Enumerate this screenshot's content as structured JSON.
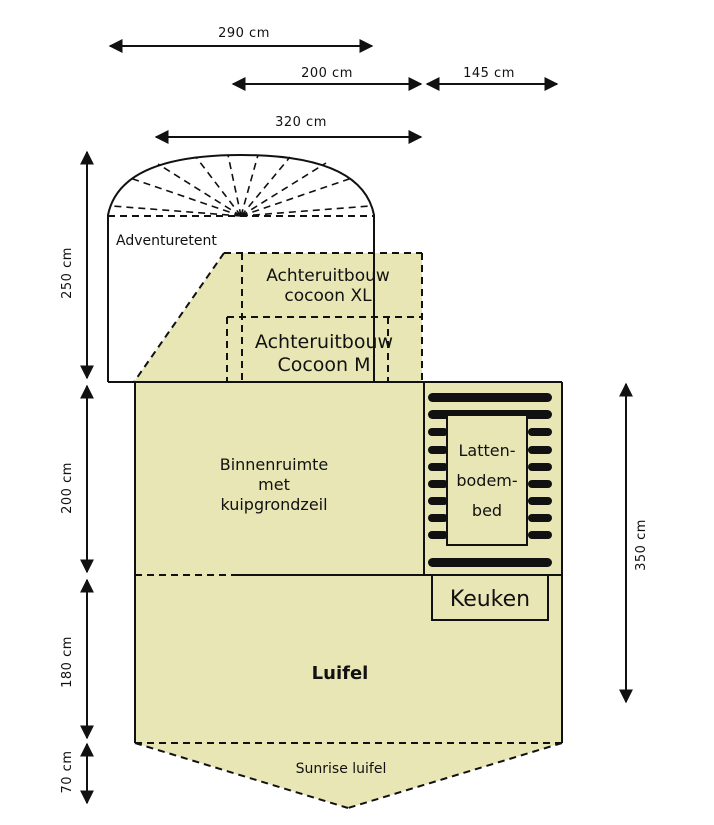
{
  "colors": {
    "fill": "#e8e6b4",
    "line": "#111111",
    "background": "#ffffff"
  },
  "dimensions": {
    "top_width_1": "290 cm",
    "top_width_2": "200 cm",
    "top_width_3": "145 cm",
    "top_width_4": "320 cm",
    "left_height_1": "250 cm",
    "left_height_2": "200 cm",
    "left_height_3": "180 cm",
    "left_height_4": "70 cm",
    "right_height": "350 cm"
  },
  "areas": {
    "adventuretent": "Adventuretent",
    "achteruitbouw_xl_line1": "Achteruitbouw",
    "achteruitbouw_xl_line2": "cocoon XL",
    "achteruitbouw_m_line1": "Achteruitbouw",
    "achteruitbouw_m_line2": "Cocoon M",
    "binnenruimte_line1": "Binnenruimte",
    "binnenruimte_line2": "met",
    "binnenruimte_line3": "kuipgrondzeil",
    "lattenbodembed_line1": "Latten-",
    "lattenbodembed_line2": "bodem-",
    "lattenbodembed_line3": "bed",
    "keuken": "Keuken",
    "luifel": "Luifel",
    "sunrise_luifel": "Sunrise luifel"
  }
}
